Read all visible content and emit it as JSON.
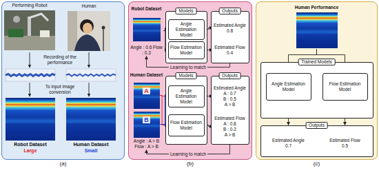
{
  "diagram": {
    "nodes": [
      {
        "text": [
          "(a)"
        ]
      },
      {
        "text": [
          "(b)"
        ]
      },
      {
        "text": [
          "Robot Dataset",
          "Angle : 0.6 Flow : 0.3"
        ],
        "in": 1
      },
      {
        "text": [
          "Models"
        ],
        "in": 1
      },
      {
        "text": [
          "Angle Estimation Model"
        ],
        "in": 3
      },
      {
        "text": [
          "Flow Estimation Model"
        ],
        "in": 3
      },
      {
        "text": [
          "Outputs"
        ],
        "in": 1
      },
      {
        "text": [
          "Estimated Angle",
          "0.8"
        ],
        "in": 6
      },
      {
        "text": [
          "Estimated Flow",
          "0.4"
        ],
        "in": 6
      },
      {
        "text": [
          "Human Dataset",
          "Angle : A = B Flow : A > B"
        ],
        "in": 1
      },
      {
        "text": [
          "A"
        ],
        "in": 9
      },
      {
        "text": [
          "B"
        ],
        "in": 9
      },
      {
        "text": [
          "Models"
        ],
        "in": 1
      },
      {
        "text": [
          "Angle Estimation Model"
        ],
        "in": 12
      },
      {
        "text": [
          "Flow Estimation Model"
        ],
        "in": 12
      },
      {
        "text": [
          "Outputs"
        ],
        "in": 1
      },
      {
        "text": [
          "Estimated Angle",
          "A : 0.7 B : 0.5 A > B"
        ],
        "in": 15
      },
      {
        "text": [
          "Estimated Flow",
          "A : 0.8 B : 0.2 A > B"
        ],
        "in": 15
      },
      {
        "text": [
          "(c)"
        ]
      },
      {
        "text": [
          "Human Performance"
        ],
        "in": 18
      },
      {
        "text": [
          "Trained Models"
        ],
        "in": 18
      },
      {
        "text": [
          "Angle Estimation Model"
        ],
        "in": 20
      },
      {
        "text": [
          "Flow Estimation Model"
        ],
        "in": 20
      },
      {
        "text": [
          "Outputs"
        ],
        "in": 18
      },
      {
        "text": [
          "Estimated Angle",
          "0.7"
        ],
        "in": 23
      },
      {
        "text": [
          "Estimated Flow",
          "0.5"
        ],
        "in": 23
      }
    ],
    "edges": [
      {
        "from": 2,
        "to": 4,
        "arrow": "to"
      },
      {
        "from": 2,
        "to": 5,
        "arrow": "to"
      },
      {
        "from": 4,
        "to": 7,
        "arrow": "to"
      },
      {
        "from": 5,
        "to": 8,
        "arrow": "to"
      },
      {
        "from": 6,
        "to": 2,
        "label": "Learning to match",
        "arrow": "to"
      },
      {
        "from": 10,
        "to": 13,
        "arrow": "to"
      },
      {
        "from": 10,
        "to": 14,
        "arrow": "to"
      },
      {
        "from": 11,
        "to": 13,
        "arrow": "to"
      },
      {
        "from": 11,
        "to": 14,
        "arrow": "to"
      },
      {
        "from": 13,
        "to": 16,
        "arrow": "to"
      },
      {
        "from": 14,
        "to": 17,
        "arrow": "to"
      },
      {
        "from": 15,
        "to": 9,
        "label": "Learning to match",
        "arrow": "to"
      },
      {
        "from": 19,
        "to": 21,
        "arrow": "to"
      },
      {
        "from": 19,
        "to": 22,
        "arrow": "to"
      },
      {
        "from": 21,
        "to": 23,
        "arrow": "to"
      },
      {
        "from": 22,
        "to": 23,
        "arrow": "to"
      }
    ],
    "labels": [
      "Performing Robot",
      "Human",
      "Recording of the performance",
      "To input image conversion",
      "Robot Dataset",
      "Large",
      "Human Dataset",
      "Small"
    ]
  }
}
